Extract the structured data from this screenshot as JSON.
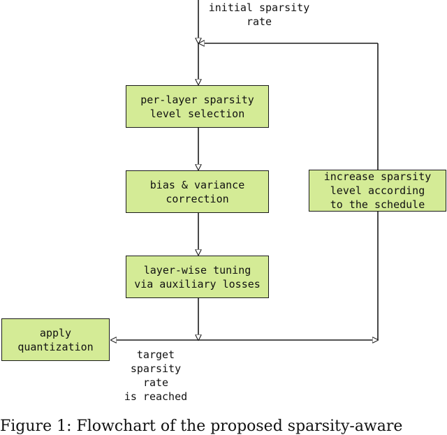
{
  "colors": {
    "box_fill": "#d4eb96",
    "stroke": "#1a1a1a"
  },
  "labels": {
    "initial": "initial sparsity\nrate",
    "target": "target\nsparsity\nrate\nis reached"
  },
  "boxes": {
    "selection": "per-layer sparsity\nlevel selection",
    "correction": "bias & variance\ncorrection",
    "tuning": "layer-wise tuning\nvia auxiliary losses",
    "increase": "increase sparsity\nlevel according\nto the schedule",
    "quantization": "apply\nquantization"
  },
  "caption": "Figure 1: Flowchart of the proposed sparsity-aware"
}
